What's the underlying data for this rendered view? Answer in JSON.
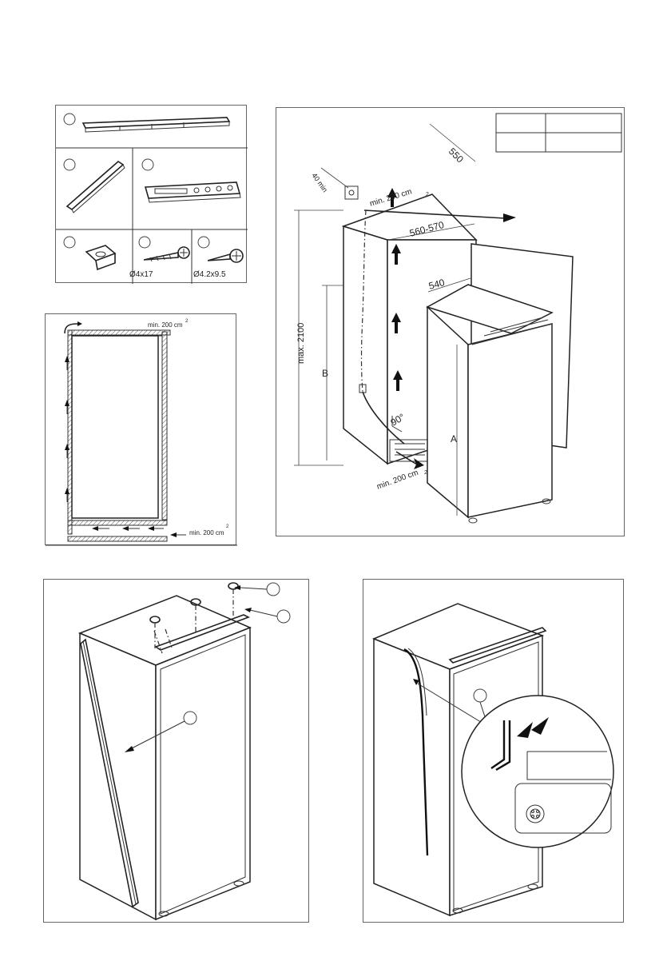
{
  "parts": {
    "screw_a_size": "Ø4x17",
    "screw_b_size": "Ø4.2x9.5"
  },
  "ventilation": {
    "top_label": "min. 200 cm",
    "bottom_label": "min. 200 cm",
    "superscript": "2"
  },
  "dimensions": {
    "depth": "550",
    "gap": "40 min",
    "niche_width": "560-570",
    "appliance_width": "540",
    "max_height": "max. 2100",
    "niche_height_label": "B",
    "appliance_height_label": "A",
    "angle": "90°",
    "top_vent": "min. 200 cm",
    "bottom_vent": "min. 200 cm",
    "superscript": "2"
  },
  "colors": {
    "line": "#222222",
    "frame": "#666666"
  }
}
